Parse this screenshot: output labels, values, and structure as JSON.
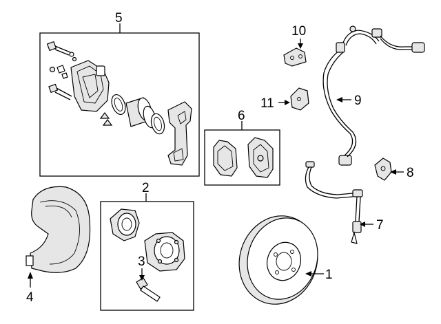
{
  "callouts": [
    {
      "id": "1",
      "label": "1"
    },
    {
      "id": "2",
      "label": "2"
    },
    {
      "id": "3",
      "label": "3"
    },
    {
      "id": "4",
      "label": "4"
    },
    {
      "id": "5",
      "label": "5"
    },
    {
      "id": "6",
      "label": "6"
    },
    {
      "id": "7",
      "label": "7"
    },
    {
      "id": "8",
      "label": "8"
    },
    {
      "id": "9",
      "label": "9"
    },
    {
      "id": "10",
      "label": "10"
    },
    {
      "id": "11",
      "label": "11"
    }
  ],
  "parts": [
    {
      "callout": "1",
      "icon": "brake-rotor-icon"
    },
    {
      "callout": "2",
      "icon": "hub-bearing-assembly-icon"
    },
    {
      "callout": "3",
      "icon": "wheel-stud-icon"
    },
    {
      "callout": "4",
      "icon": "splash-shield-icon"
    },
    {
      "callout": "5",
      "icon": "caliper-assembly-icon"
    },
    {
      "callout": "6",
      "icon": "brake-pads-icon"
    },
    {
      "callout": "7",
      "icon": "brake-hose-icon"
    },
    {
      "callout": "8",
      "icon": "sensor-bracket-icon"
    },
    {
      "callout": "9",
      "icon": "abs-sensor-wire-icon"
    },
    {
      "callout": "10",
      "icon": "bracket-icon"
    },
    {
      "callout": "11",
      "icon": "bracket-icon"
    }
  ]
}
